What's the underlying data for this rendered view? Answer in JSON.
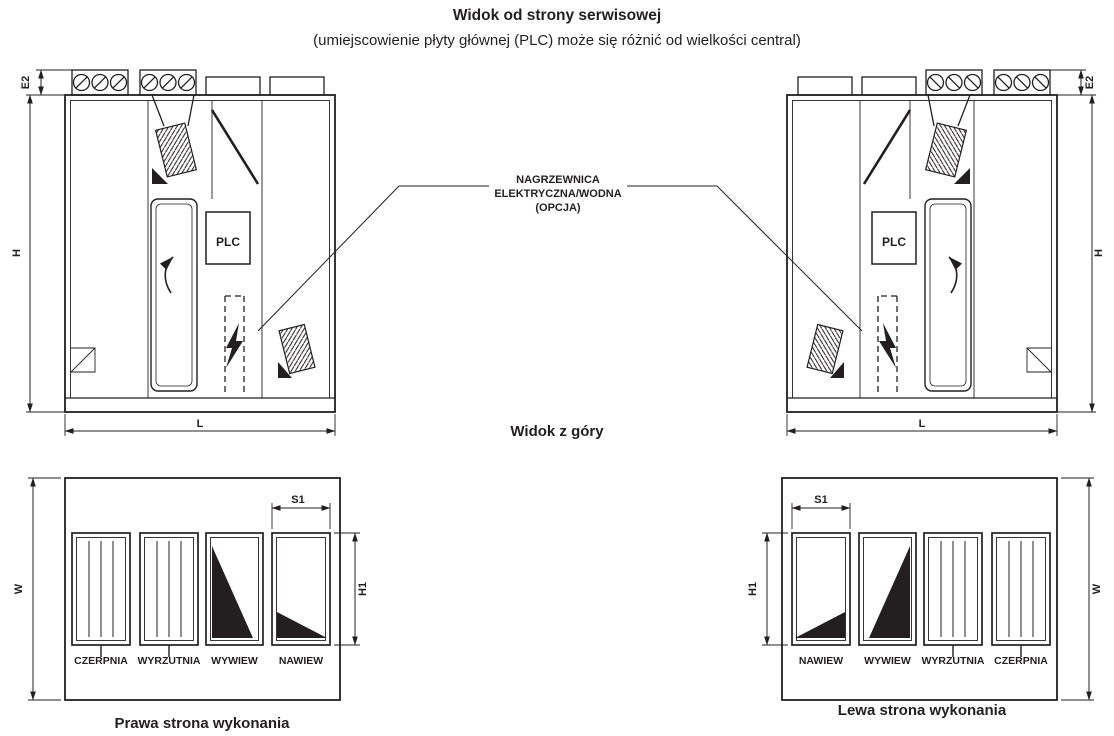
{
  "title": "Widok od strony serwisowej",
  "subtitle": "(umiejscowienie płyty głównej (PLC) może się różnić od wielkości central)",
  "heater_callout": {
    "line1": "NAGRZEWNICA",
    "line2": "ELEKTRYCZNA/WODNA",
    "line3": "(OPCJA)"
  },
  "top_view_heading": "Widok z góry",
  "plc_label": "PLC",
  "dimensions": {
    "h": "H",
    "e2": "E2",
    "l": "L",
    "w": "W",
    "s1": "S1",
    "h1": "H1"
  },
  "right_version": {
    "caption": "Prawa strona wykonania",
    "openings": [
      "CZERPNIA",
      "WYRZUTNIA",
      "WYWIEW",
      "NAWIEW"
    ]
  },
  "left_version": {
    "caption": "Lewa strona wykonania",
    "openings": [
      "NAWIEW",
      "WYWIEW",
      "WYRZUTNIA",
      "CZERPNIA"
    ]
  },
  "colors": {
    "line": "#231f20",
    "background": "#ffffff"
  }
}
